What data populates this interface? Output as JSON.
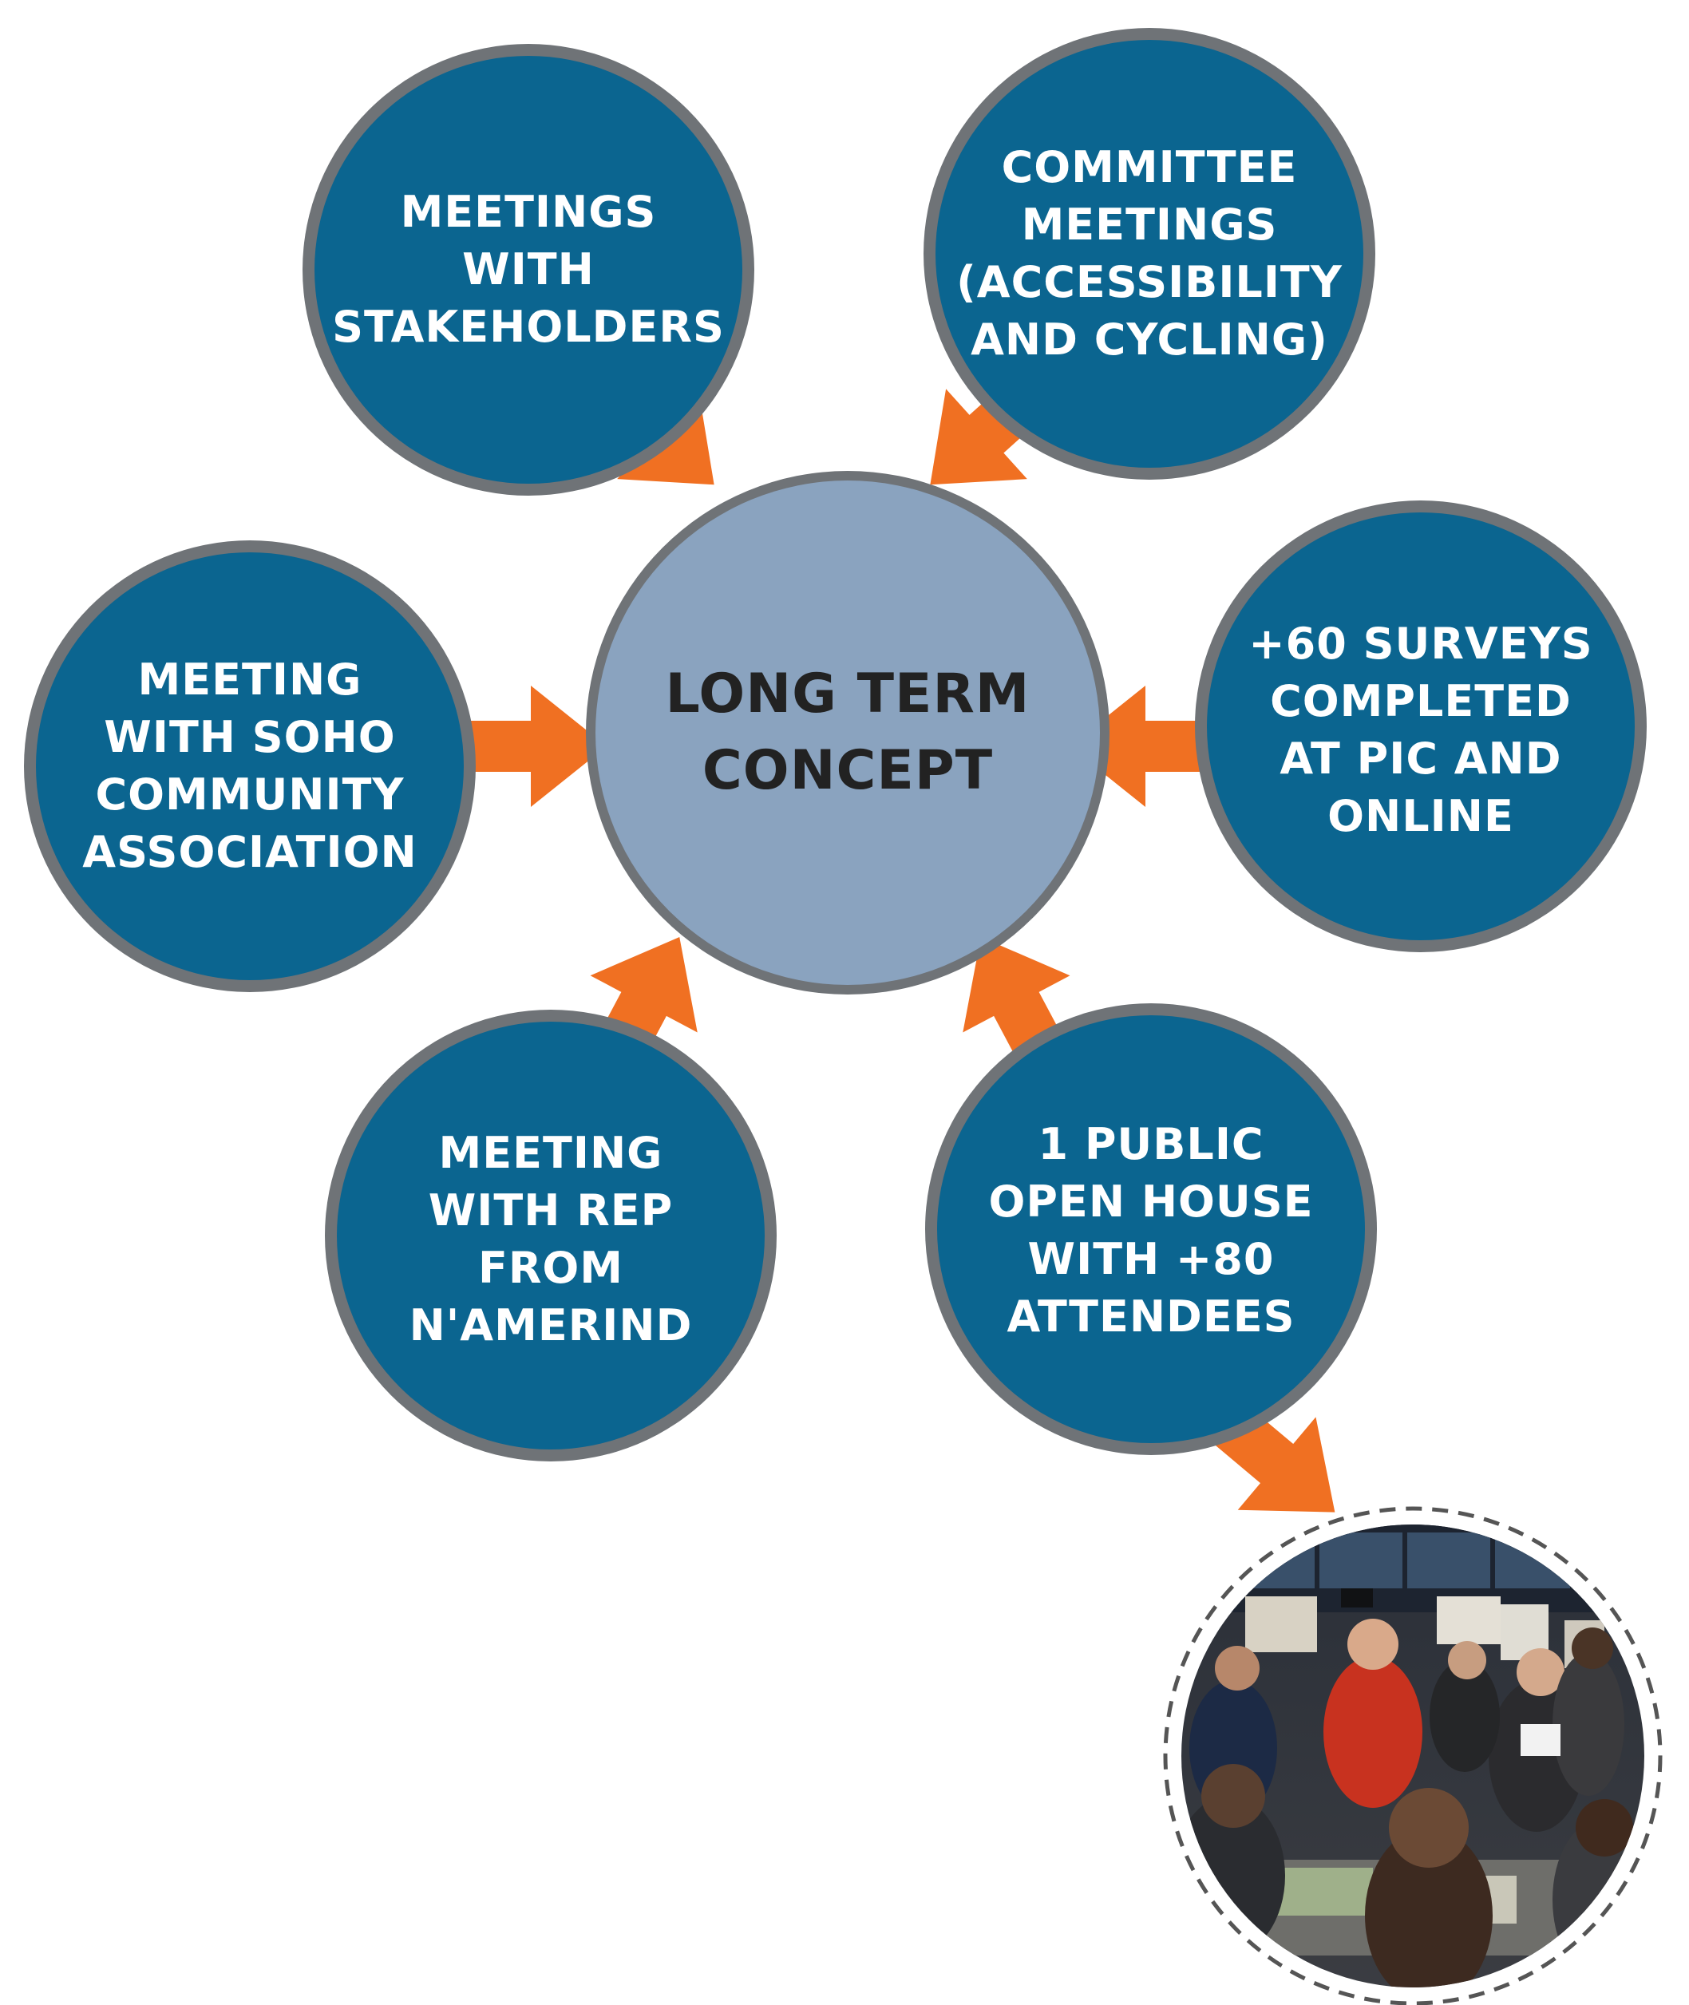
{
  "diagram": {
    "center": {
      "label": "LONG TERM\nCONCEPT"
    },
    "nodes": [
      {
        "id": "stakeholders",
        "label": "MEETINGS\nWITH\nSTAKEHOLDERS"
      },
      {
        "id": "committee",
        "label": "COMMITTEE\nMEETINGS\n(ACCESSIBILITY\nAND CYCLING)"
      },
      {
        "id": "soho",
        "label": "MEETING\nWITH SOHO\nCOMMUNITY\nASSOCIATION"
      },
      {
        "id": "surveys",
        "label": "+60 SURVEYS\nCOMPLETED\nAT PIC AND\nONLINE"
      },
      {
        "id": "namerind",
        "label": "MEETING\nWITH REP\nFROM\nN'AMERIND"
      },
      {
        "id": "open-house",
        "label": "1 PUBLIC\nOPEN HOUSE\nWITH +80\nATTENDEES"
      }
    ],
    "colors": {
      "node_fill": "#0b6590",
      "node_border": "#6f7377",
      "center_fill": "#8aa3bf",
      "center_border": "#6f7377",
      "arrow": "#f07022",
      "dashed_ring": "#555555"
    }
  }
}
